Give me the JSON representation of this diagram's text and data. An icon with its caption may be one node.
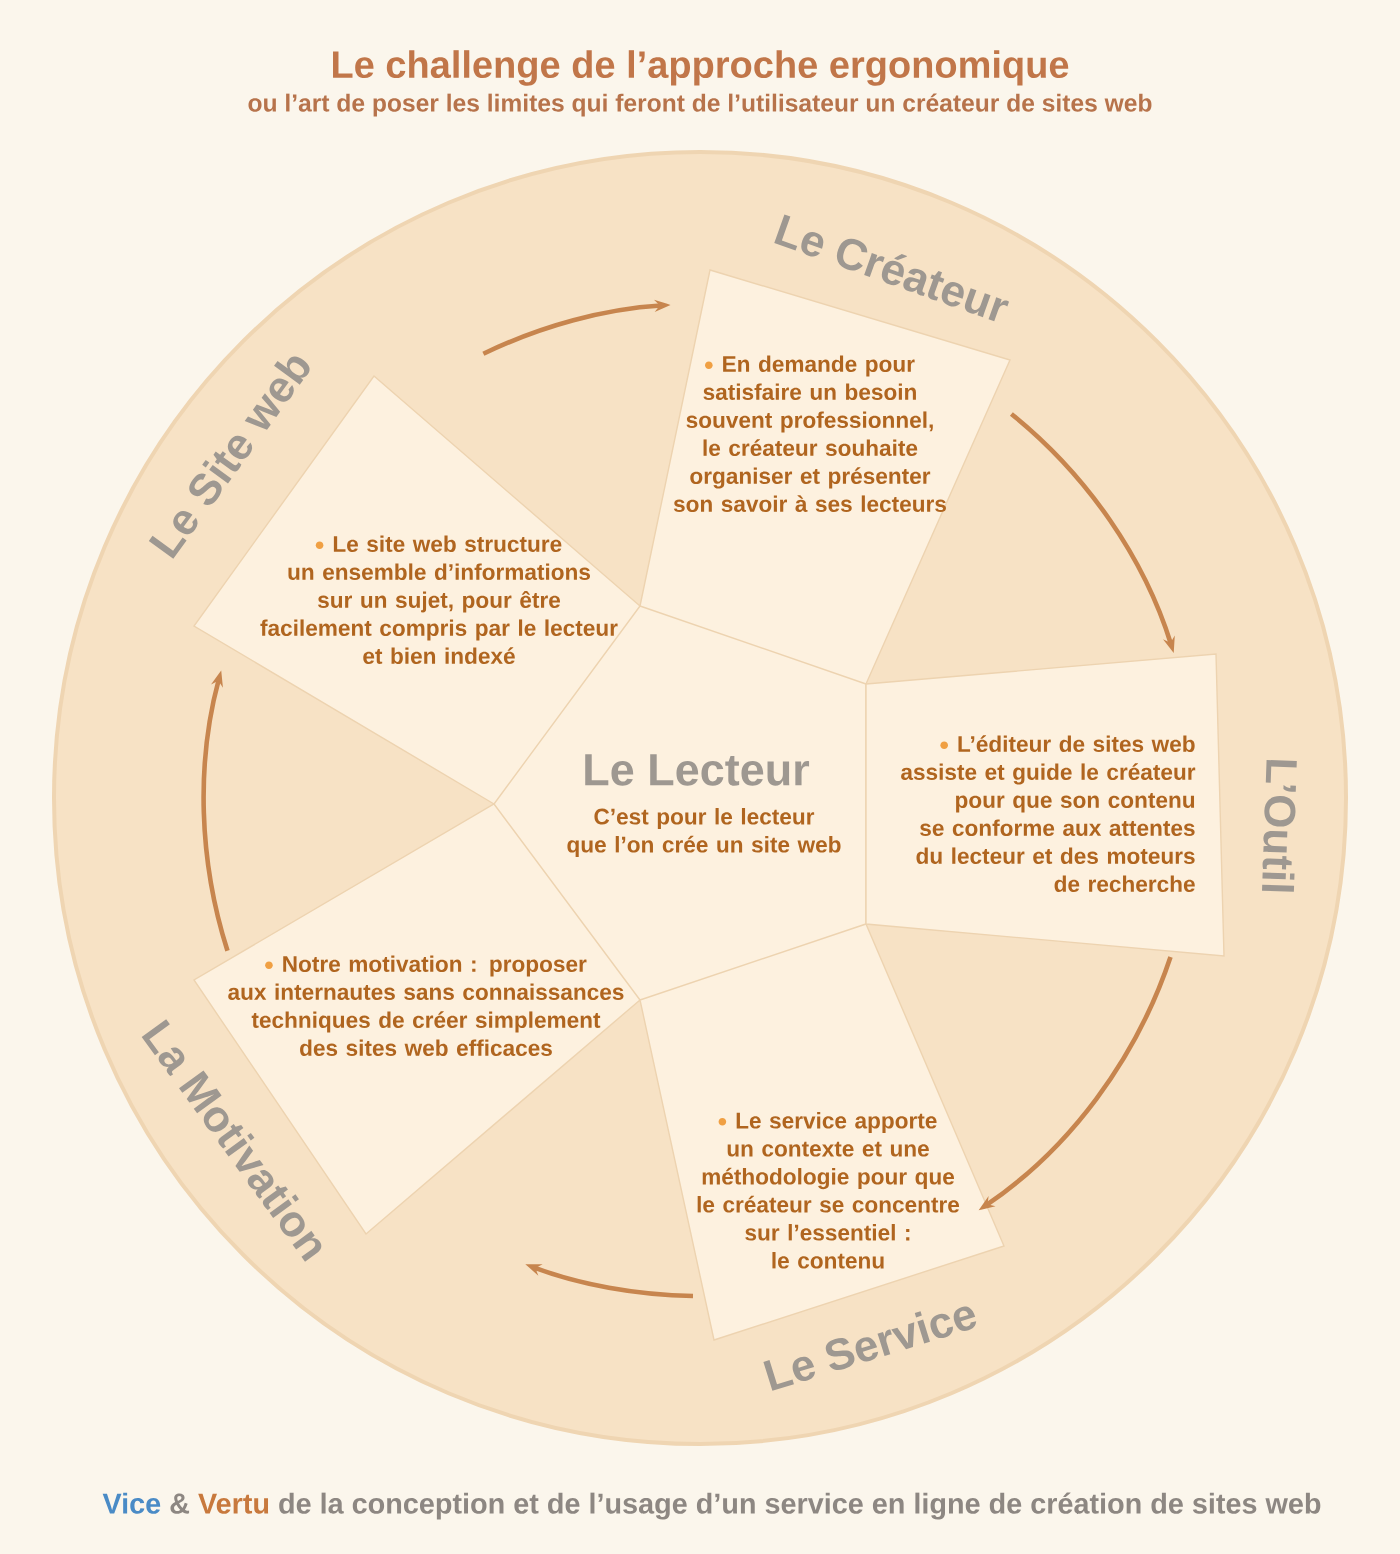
{
  "diagram": {
    "title": "Le challenge de l’approche ergonomique",
    "caption": "Vice & Vertu de la conception et de l’usage d’un service en ligne de création de sites web",
    "nodes": [
      {
        "text": [
          "Le Créateur",
          "En demande pour satisfaire un besoin souvent professionnel, le créateur souhaite organiser et présenter son savoir à ses lecteurs"
        ]
      },
      {
        "text": [
          "Le Site web",
          "Le site web structure un ensemble d’informations sur un sujet, pour être facilement compris par le lecteur et bien indexé"
        ]
      },
      {
        "text": [
          "Le Lecteur",
          "C’est pour le lecteur que l’on crée un site web"
        ]
      },
      {
        "text": [
          "L’Outil",
          "L’éditeur de sites web assiste et guide le créateur pour que son contenu se conforme aux attentes du lecteur et des moteurs de recherche"
        ]
      },
      {
        "text": [
          "La Motivation",
          "Notre motivation : proposer aux internautes sans connaissances techniques de créer simplement des sites web efficaces"
        ]
      },
      {
        "text": [
          "Le Service",
          "Le service apporte un contexte et une méthodologie pour que le créateur se concentre sur l’essentiel : le contenu"
        ]
      }
    ],
    "edges": [
      {
        "from": 1,
        "to": 0,
        "arrow": "to"
      },
      {
        "from": 0,
        "to": 3,
        "arrow": "to"
      },
      {
        "from": 3,
        "to": 5,
        "arrow": "to"
      },
      {
        "from": 5,
        "to": 4,
        "arrow": "to"
      },
      {
        "from": 4,
        "to": 1,
        "arrow": "to"
      }
    ],
    "labels": [
      "ou l’art de poser les limites qui feront de l’utilisateur un créateur de sites web"
    ]
  }
}
